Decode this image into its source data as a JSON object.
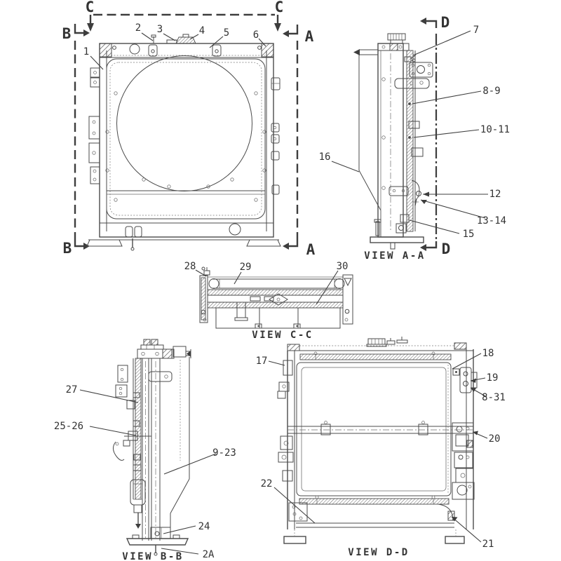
{
  "title": "Radiator assembly engineering line diagram",
  "colors": {
    "background": "#ffffff",
    "line": "#4b4b4b",
    "text": "#333333"
  },
  "front_view": {
    "section_markers": {
      "c_top_left": "C",
      "c_top_right": "C",
      "b_top": "B",
      "a_top": "A",
      "b_bottom": "B",
      "a_bottom": "A"
    },
    "callouts": {
      "c1": "1",
      "c2": "2",
      "c3": "3",
      "c4": "4",
      "c5": "5",
      "c6": "6"
    }
  },
  "view_aa": {
    "title": "VIEW A-A",
    "marker_top": "D",
    "marker_bottom": "D",
    "callouts": {
      "c7": "7",
      "c8_9": "8-9",
      "c10_11": "10-11",
      "c12": "12",
      "c13_14": "13-14",
      "c15": "15",
      "c16": "16"
    }
  },
  "view_cc": {
    "title": "VIEW C-C",
    "callouts": {
      "c28": "28",
      "c29": "29",
      "c30": "30"
    }
  },
  "view_bb": {
    "title": "VIEW B-B",
    "callouts": {
      "c27": "27",
      "c25_26": "25-26",
      "c9_23": "9-23",
      "c24": "24",
      "c2a": "2A"
    }
  },
  "view_dd": {
    "title": "VIEW D-D",
    "callouts": {
      "c17": "17",
      "c18": "18",
      "c19": "19",
      "c8_31": "8-31",
      "c20": "20",
      "c21": "21",
      "c22": "22"
    }
  }
}
